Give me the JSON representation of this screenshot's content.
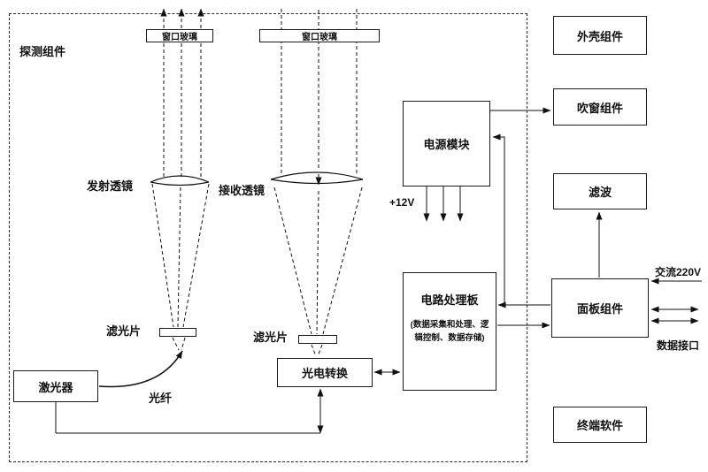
{
  "diagram": {
    "title": "探测组件",
    "detection": {
      "window_glass_left": "窗口玻璃",
      "window_glass_right": "窗口玻璃",
      "tx_lens": "发射透镜",
      "rx_lens": "接收透镜",
      "filter_left": "滤光片",
      "filter_right": "滤光片",
      "laser": "激光器",
      "fiber": "光纤",
      "photoelectric": "光电转换",
      "power_module": "电源模块",
      "power_out": "+12V",
      "circuit_board": {
        "title": "电路处理板",
        "subtitle": "(数据采集和处理、逻辑控制、数据存储)"
      }
    },
    "right_column": {
      "housing": "外壳组件",
      "blow_window": "吹窗组件",
      "filter": "滤波",
      "panel": "面板组件",
      "terminal": "终端软件"
    },
    "external": {
      "ac": "交流220V",
      "data_port": "数据接口"
    }
  }
}
